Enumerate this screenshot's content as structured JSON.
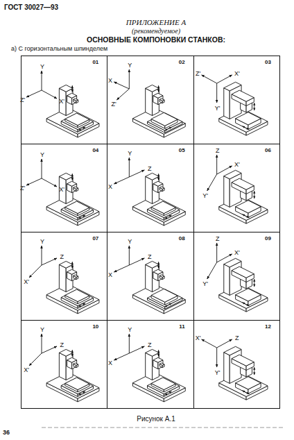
{
  "diagram": {
    "title": "ОСНОВНЫЕ КОМПОНОВКИ СТАНКОВ:",
    "caption": "Рисунок А.1",
    "nodes": [
      {
        "text": [
          "01",
          "Y",
          "Z'",
          "X'"
        ]
      },
      {
        "text": [
          "02",
          "X",
          "Y",
          "Z'"
        ]
      },
      {
        "text": [
          "03",
          "Z'",
          "X'",
          "Y'"
        ]
      },
      {
        "text": [
          "04",
          "Y",
          "Z'",
          "X'"
        ]
      },
      {
        "text": [
          "05",
          "Y",
          "X",
          "Z"
        ]
      },
      {
        "text": [
          "06",
          "Z",
          "X'",
          "Y'"
        ]
      },
      {
        "text": [
          "07",
          "Y",
          "Z",
          "X'"
        ]
      },
      {
        "text": [
          "08",
          "Y",
          "X",
          "Z"
        ]
      },
      {
        "text": [
          "09",
          "Z",
          "X'",
          "Y'"
        ]
      },
      {
        "text": [
          "10",
          "Y",
          "Z",
          "X'"
        ]
      },
      {
        "text": [
          "11",
          "Y",
          "X",
          "Z"
        ]
      },
      {
        "text": [
          "12",
          "X'",
          "Z",
          "Y'"
        ]
      }
    ],
    "labels": [
      "ГОСТ 30027—93",
      "ПРИЛОЖЕНИЕ А",
      "(рекомендуемое)",
      "а) С горизонтальным шпинделем",
      "36"
    ]
  }
}
